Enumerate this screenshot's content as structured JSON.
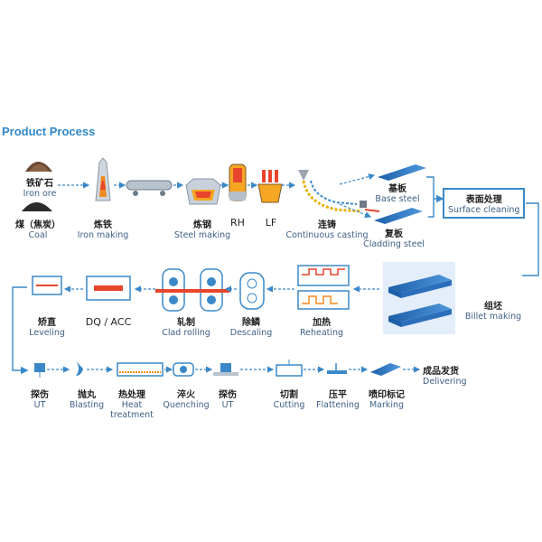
{
  "title": "Product Process",
  "steps": {
    "iron_ore": {
      "cn": "铁矿石",
      "en": "Iron ore"
    },
    "coal": {
      "cn": "煤（焦炭）",
      "en": "Coal"
    },
    "iron_making": {
      "cn": "炼铁",
      "en": "Iron making"
    },
    "steel_making": {
      "cn": "炼钢",
      "en": "Steel making"
    },
    "rh": {
      "cn": "RH"
    },
    "lf": {
      "cn": "LF"
    },
    "continuous_casting": {
      "cn": "连铸",
      "en": "Continuous casting"
    },
    "base_steel": {
      "cn": "基板",
      "en": "Base steel"
    },
    "cladding_steel": {
      "cn": "复板",
      "en": "Cladding steel"
    },
    "surface_cleaning": {
      "cn": "表面处理",
      "en": "Surface cleaning"
    },
    "billet_making": {
      "cn": "组坯",
      "en": "Billet making"
    },
    "reheating": {
      "cn": "加热",
      "en": "Reheating"
    },
    "descaling": {
      "cn": "除鳞",
      "en": "Descaling"
    },
    "clad_rolling": {
      "cn": "轧制",
      "en": "Clad rolling"
    },
    "dq_acc": {
      "cn": "DQ / ACC"
    },
    "leveling": {
      "cn": "矫直",
      "en": "Leveling"
    },
    "ut1": {
      "cn": "探伤",
      "en": "UT"
    },
    "blasting": {
      "cn": "抛丸",
      "en": "Blasting"
    },
    "heat_treatment": {
      "cn": "热处理",
      "en": "Heat treatment"
    },
    "quenching": {
      "cn": "淬火",
      "en": "Quenching"
    },
    "ut2": {
      "cn": "探伤",
      "en": "UT"
    },
    "cutting": {
      "cn": "切割",
      "en": "Cutting"
    },
    "flattening": {
      "cn": "压平",
      "en": "Flattening"
    },
    "marking": {
      "cn": "喷印标记",
      "en": "Marking"
    },
    "delivering": {
      "cn": "成品发货",
      "en": "Delivering"
    }
  },
  "colors": {
    "flow": "#3a88c8",
    "icon_blue": "#2f79c0",
    "hot": "#e8452c",
    "molten": "#f5a623"
  }
}
